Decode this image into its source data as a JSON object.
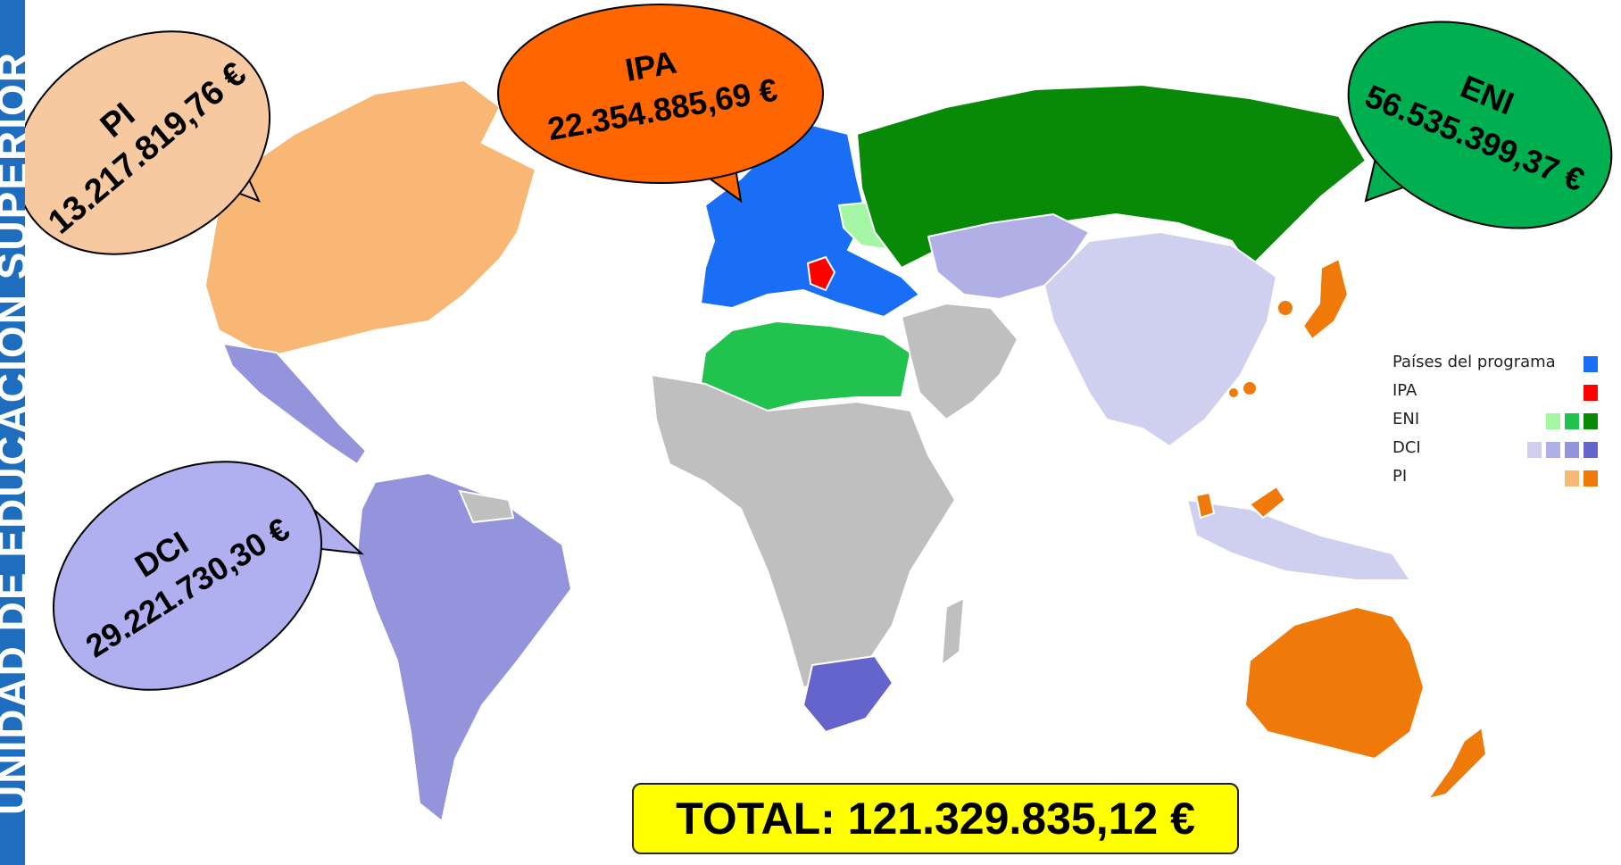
{
  "banner": {
    "text": "UNIDAD DE EDUCACIÓN SUPERIOR"
  },
  "bubbles": {
    "pi": {
      "name": "PI",
      "amount": "13.217.819,76 €",
      "color": "#f7c9a0"
    },
    "ipa": {
      "name": "IPA",
      "amount": "22.354.885,69 €",
      "color": "#ff6600"
    },
    "eni": {
      "name": "ENI",
      "amount": "56.535.399,37 €",
      "color": "#00b050"
    },
    "dci": {
      "name": "DCI",
      "amount": "29.221.730,30 €",
      "color": "#b0aff0"
    }
  },
  "legend": {
    "items": [
      {
        "label": "Países del programa",
        "colors": [
          "#1a6ef5"
        ]
      },
      {
        "label": "IPA",
        "colors": [
          "#ff0000"
        ]
      },
      {
        "label": "ENI",
        "colors": [
          "#a4f5a4",
          "#22c24f",
          "#088a08"
        ]
      },
      {
        "label": "DCI",
        "colors": [
          "#cfcff0",
          "#b0b0e6",
          "#9494dc",
          "#6464cc"
        ]
      },
      {
        "label": "PI",
        "colors": [
          "#f8b775",
          "#ef7a0a"
        ]
      }
    ]
  },
  "total": {
    "text": "TOTAL: 121.329.835,12 €"
  },
  "map_colors": {
    "programa": "#1a6ef5",
    "ipa": "#ff0000",
    "eni_light": "#a4f5a4",
    "eni_mid": "#22c24f",
    "eni_dark": "#088a08",
    "dci_1": "#cfcff0",
    "dci_2": "#b0b0e6",
    "dci_3": "#9494dc",
    "dci_4": "#6464cc",
    "pi_light": "#f8b775",
    "pi_dark": "#ef7a0a",
    "other": "#bfbfbf"
  }
}
